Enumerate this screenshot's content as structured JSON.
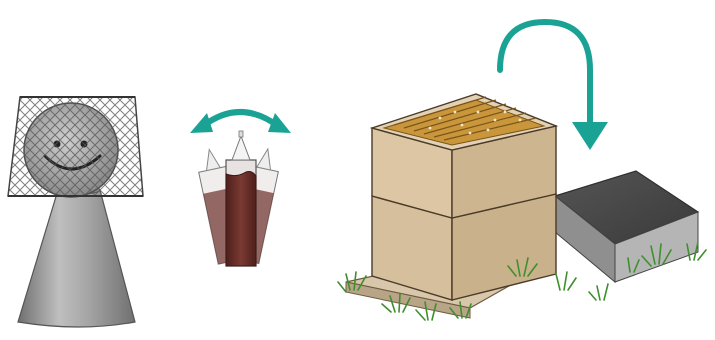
{
  "illustration": {
    "steps": [
      {
        "id": "beekeeper-in-veil",
        "icon": "smiley-face-icon"
      },
      {
        "id": "shaking-bottles",
        "icon": "swap-arrow-icon"
      },
      {
        "id": "hive-lid-placement",
        "icon": "down-arrow-icon"
      }
    ],
    "colors": {
      "accent_arrow": "#1aa394",
      "veil_mesh": "#666666",
      "metal_body": "#9a9a9a",
      "bottle_liquid": "#6b2e28",
      "hive_wood": "#d6bf9c",
      "hive_frames": "#c9963c",
      "lid_top": "#4a4a4a",
      "grass": "#3f8f2e"
    }
  }
}
